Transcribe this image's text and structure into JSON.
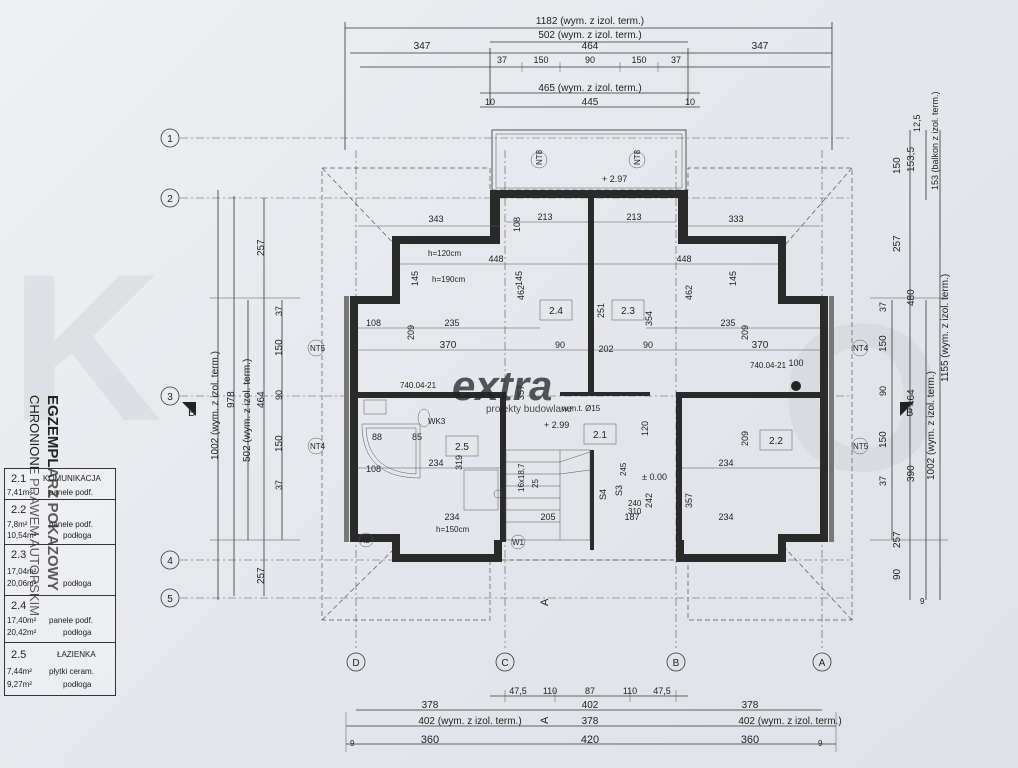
{
  "top_dims": {
    "overall_label": "1182 (wym. z izol. term.)",
    "mid_label": "502 (wym. z izol. term.)",
    "left_347": "347",
    "center_464": "464",
    "right_347": "347",
    "segments": [
      "37",
      "150",
      "90",
      "150",
      "37"
    ],
    "balcony_label": "465 (wym. z izol. term.)",
    "balcony_inner": "445",
    "ten_l": "10",
    "ten_r": "10"
  },
  "bottom_dims": {
    "seg_row1": [
      "47,5",
      "110",
      "87",
      "110",
      "47,5"
    ],
    "row2": [
      "378",
      "402",
      "378"
    ],
    "row3": [
      "402 (wym. z izol. term.)",
      "378",
      "402 (wym. z izol. term.)"
    ],
    "row4": [
      "9",
      "360",
      "420",
      "360",
      "9"
    ]
  },
  "left_dims": {
    "outer_label": "1002 (wym. z izol. term.)",
    "v978": "978",
    "inner_label": "502 (wym. z izol. term.)",
    "v464": "464",
    "col_257a": "257",
    "col_257b": "257",
    "col_37a": "37",
    "col_150a": "150",
    "col_90": "90",
    "col_150b": "150",
    "col_37b": "37"
  },
  "right_dims": {
    "v1155": "1155 (wym. z izol. term.)",
    "v1002": "1002 (wym. z izol. term.)",
    "v153": "153 (balkon z izol. term.)",
    "v480": "480",
    "v464": "464",
    "v390": "390",
    "v125": "12,5",
    "v1535": "153,5",
    "v150": "150",
    "v257a": "257",
    "v257b": "257",
    "v90": "90",
    "v9": "9",
    "v37a": "37",
    "v150a": "150",
    "v90b": "90",
    "v150b": "150",
    "v37b": "37"
  },
  "grid_rows": [
    "1",
    "2",
    "3",
    "4",
    "5"
  ],
  "grid_cols": [
    "D",
    "C",
    "B",
    "A"
  ],
  "section_marks": [
    "B",
    "B",
    "A",
    "A"
  ],
  "rooms_plan": {
    "r24": "2.4",
    "r23": "2.3",
    "r21": "2.1",
    "r22": "2.2",
    "r25": "2.5"
  },
  "plan_labels": {
    "h120": "h=120cm",
    "h190": "h=190cm",
    "h150": "h=150cm",
    "nt8a": "NT8",
    "nt8b": "NT8",
    "nt5": "NT5",
    "nt4a": "NT4",
    "nt4b": "NT4",
    "nt5b": "NT5",
    "wk3": "WK3",
    "k2": "K2",
    "w1": "W1",
    "lev297": "+ 2.97",
    "lev299": "+ 2.99",
    "lev000": "± 0.00",
    "wmt": "w.m.t. Ø15",
    "code740a": "740.04-21",
    "code740b": "740.04-21",
    "n343": "343",
    "n333": "333",
    "n448a": "448",
    "n448b": "448",
    "n213a": "213",
    "n213b": "213",
    "n235a": "235",
    "n235b": "235",
    "n370a": "370",
    "n370b": "370",
    "n209a": "209",
    "n209b": "209",
    "n209c": "209",
    "n462a": "462",
    "n462b": "462",
    "n251": "251",
    "n354": "354",
    "n202": "202",
    "n90a": "90",
    "n90b": "90",
    "n234a": "234",
    "n234b": "234",
    "n234c": "234",
    "n234d": "234",
    "n108a": "108",
    "n108b": "108",
    "n108c": "108",
    "n145a": "145",
    "n145b": "145",
    "n145c": "145",
    "n357a": "357",
    "n357b": "357",
    "n319": "319",
    "n187": "187",
    "n205": "205",
    "n100": "100",
    "n85": "85",
    "n88": "88",
    "n120": "120",
    "n240": "240",
    "n310": "310",
    "n242": "242",
    "n245": "245",
    "s3": "S3",
    "s4": "S4",
    "st16": "16x18,7",
    "st25": "25"
  },
  "room_table": {
    "rows": [
      {
        "num": "2.1",
        "name": "KOMUNIKACJA",
        "area": "7,41m²",
        "finish": "panele podf."
      },
      {
        "num": "2.2",
        "name": "",
        "area": "7,8m²",
        "finish": "panele podf.",
        "area2": "10,54m²",
        "finish2": "podłoga"
      },
      {
        "num": "2.3",
        "name": "",
        "area": "17,04m²",
        "finish": "",
        "area2": "20,06m²",
        "finish2": "podłoga"
      },
      {
        "num": "2.4",
        "name": "",
        "area": "17,40m²",
        "finish": "panele podf.",
        "area2": "20,42m²",
        "finish2": "podłoga"
      },
      {
        "num": "2.5",
        "name": "ŁAZIENKA",
        "area": "7,44m²",
        "finish": "płytki ceram.",
        "area2": "9,27m²",
        "finish2": "podłoga"
      }
    ]
  },
  "stamp": {
    "line1": "EGZEMPLARZ POKAZOWY",
    "line2": "CHRONIONE PRAWEM AUTORSKIM"
  },
  "watermark": {
    "brand": "extra",
    "sub": "projekty budowlane"
  }
}
